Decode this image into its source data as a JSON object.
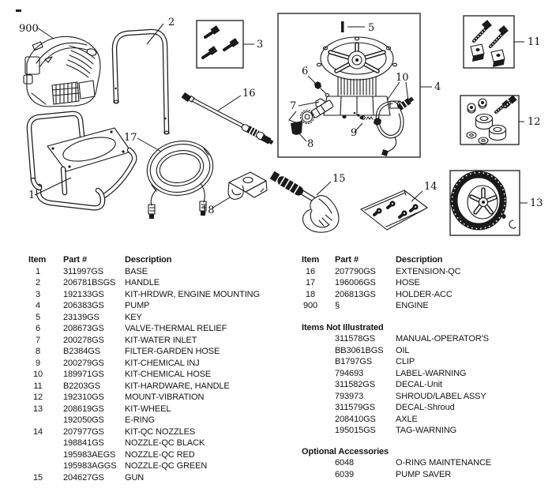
{
  "diagram": {
    "callouts": {
      "engine": "900",
      "handle": "2",
      "engine_mount_kit": "3",
      "pump_assembly": "4",
      "key": "5",
      "thermal_relief": "6",
      "water_inlet": "7",
      "filter": "8",
      "chemical_injector": "9",
      "chemical_hose": "10",
      "handle_hardware_kit": "11",
      "vibration_mounts": "12",
      "wheel_kit": "13",
      "nozzle_kit": "14",
      "gun": "15",
      "extension": "16",
      "hose": "17",
      "holder": "18",
      "base_frame": "1"
    }
  },
  "left_table": {
    "headers": {
      "item": "Item",
      "part": "Part #",
      "desc": "Description"
    },
    "rows": [
      {
        "item": "1",
        "part": "311997GS",
        "desc": "BASE"
      },
      {
        "item": "2",
        "part": "206781BSGS",
        "desc": "HANDLE"
      },
      {
        "item": "3",
        "part": "192133GS",
        "desc": "KIT-HRDWR, ENGINE MOUNTING"
      },
      {
        "item": "4",
        "part": "206383GS",
        "desc": "PUMP"
      },
      {
        "item": "5",
        "part": "23139GS",
        "desc": "KEY"
      },
      {
        "item": "6",
        "part": "208673GS",
        "desc": "VALVE-THERMAL RELIEF"
      },
      {
        "item": "7",
        "part": "200278GS",
        "desc": "KIT-WATER INLET"
      },
      {
        "item": "8",
        "part": "B2384GS",
        "desc": "FILTER-GARDEN HOSE"
      },
      {
        "item": "9",
        "part": "200279GS",
        "desc": "KIT-CHEMICAL INJ"
      },
      {
        "item": "10",
        "part": "189971GS",
        "desc": "KIT-CHEMICAL HOSE"
      },
      {
        "item": "11",
        "part": "B2203GS",
        "desc": "KIT-HARDWARE, HANDLE"
      },
      {
        "item": "12",
        "part": "192310GS",
        "desc": "MOUNT-VIBRATION"
      },
      {
        "item": "13",
        "part": "208619GS",
        "desc": "KIT-WHEEL"
      },
      {
        "item": "",
        "part": "192050GS",
        "desc": "E-RING"
      },
      {
        "item": "14",
        "part": "207977GS",
        "desc": "KIT-QC NOZZLES"
      },
      {
        "item": "",
        "part": "198841GS",
        "desc": "NOZZLE-QC BLACK"
      },
      {
        "item": "",
        "part": "195983AEGS",
        "desc": "NOZZLE-QC RED"
      },
      {
        "item": "",
        "part": "195983AGGS",
        "desc": "NOZZLE-QC GREEN"
      },
      {
        "item": "15",
        "part": "204627GS",
        "desc": "GUN"
      }
    ]
  },
  "right_table": {
    "headers": {
      "item": "Item",
      "part": "Part #",
      "desc": "Description"
    },
    "rows": [
      {
        "item": "16",
        "part": "207790GS",
        "desc": "EXTENSION-QC"
      },
      {
        "item": "17",
        "part": "196006GS",
        "desc": "HOSE"
      },
      {
        "item": "18",
        "part": "206813GS",
        "desc": "HOLDER-ACC"
      },
      {
        "item": "900",
        "part": "§",
        "desc": "ENGINE"
      }
    ],
    "not_illustrated": {
      "title": "Items Not Illustrated",
      "rows": [
        {
          "item": "",
          "part": "311578GS",
          "desc": "MANUAL-OPERATOR'S"
        },
        {
          "item": "",
          "part": "BB3061BGS",
          "desc": "OIL"
        },
        {
          "item": "",
          "part": "B1797GS",
          "desc": "CLIP"
        },
        {
          "item": "",
          "part": "794693",
          "desc": "LABEL-WARNING"
        },
        {
          "item": "",
          "part": "311582GS",
          "desc": "DECAL-Unit"
        },
        {
          "item": "",
          "part": "793973",
          "desc": "SHROUD/LABEL ASSY"
        },
        {
          "item": "",
          "part": "311579GS",
          "desc": "DECAL-Shroud"
        },
        {
          "item": "",
          "part": "208410GS",
          "desc": "AXLE"
        },
        {
          "item": "",
          "part": "195015GS",
          "desc": "TAG-WARNING"
        }
      ]
    },
    "optional": {
      "title": "Optional Accessories",
      "rows": [
        {
          "item": "",
          "part": "6048",
          "desc": "O-RING MAINTENANCE"
        },
        {
          "item": "",
          "part": "6039",
          "desc": "PUMP SAVER"
        }
      ]
    }
  }
}
